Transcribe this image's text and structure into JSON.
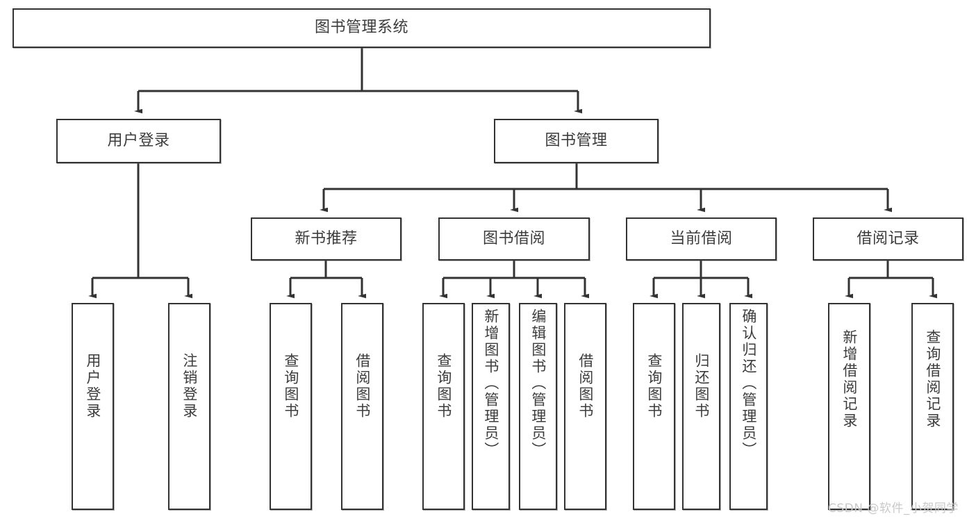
{
  "diagram": {
    "title": "图书管理系统",
    "type": "hierarchy-tree",
    "watermark": "CSDN @软件_小贺同学",
    "colors": {
      "stroke": "#333333",
      "text": "#3c3c3c",
      "background": "#ffffff",
      "watermark": "#c9c9c9"
    },
    "levels": {
      "root": {
        "label": "图书管理系统"
      },
      "level2": [
        {
          "label": "用户登录"
        },
        {
          "label": "图书管理"
        }
      ],
      "level3": [
        {
          "label": "新书推荐"
        },
        {
          "label": "图书借阅"
        },
        {
          "label": "当前借阅"
        },
        {
          "label": "借阅记录"
        }
      ],
      "leaves": [
        {
          "label": "用户登录",
          "parent": "用户登录"
        },
        {
          "label": "注销登录",
          "parent": "用户登录"
        },
        {
          "label": "查询图书",
          "parent": "新书推荐"
        },
        {
          "label": "借阅图书",
          "parent": "新书推荐"
        },
        {
          "label": "查询图书",
          "parent": "图书借阅"
        },
        {
          "label": "新增图书（管理员）",
          "parent": "图书借阅"
        },
        {
          "label": "编辑图书（管理员）",
          "parent": "图书借阅"
        },
        {
          "label": "借阅图书",
          "parent": "图书借阅"
        },
        {
          "label": "查询图书",
          "parent": "当前借阅"
        },
        {
          "label": "归还图书",
          "parent": "当前借阅"
        },
        {
          "label": "确认归还（管理员）",
          "parent": "当前借阅"
        },
        {
          "label": "新增借阅记录",
          "parent": "借阅记录"
        },
        {
          "label": "查询借阅记录",
          "parent": "借阅记录"
        }
      ]
    }
  }
}
